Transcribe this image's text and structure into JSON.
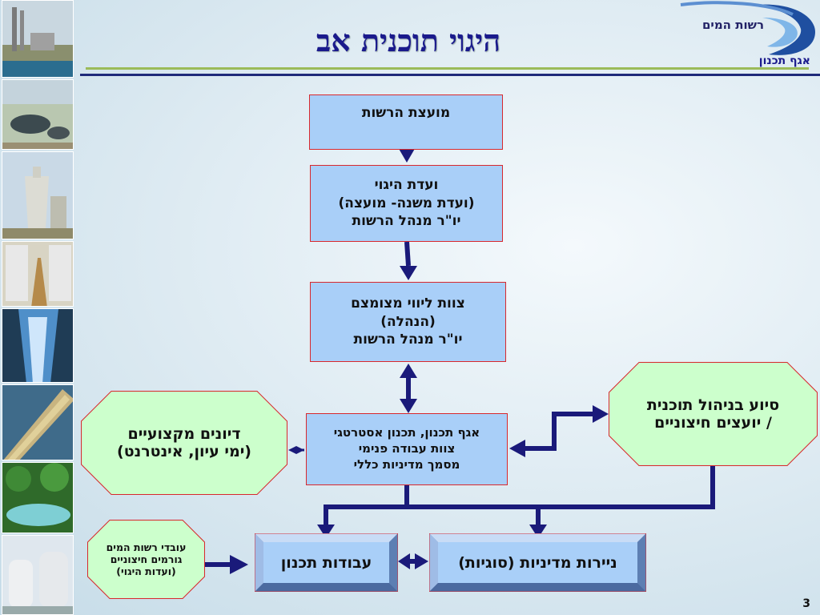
{
  "title": "היגוי תוכנית אב",
  "logo": {
    "name": "רשות המים",
    "department": "אגף תכנון"
  },
  "nodes": {
    "council": {
      "lines": [
        "מועצת הרשות"
      ]
    },
    "steering": {
      "lines": [
        "ועדת היגוי",
        "(ועדת משנה- מועצה)",
        "יו\"ר מנהל הרשות"
      ]
    },
    "core_team": {
      "lines": [
        "צוות ליווי מצומצם",
        "(הנהלה)",
        "יו\"ר מנהל הרשות"
      ]
    },
    "planning_dept": {
      "lines": [
        "אגף תכנון, תכנון אסטרטגי",
        "צוות עבודה פנימי",
        "מסמך מדיניות כללי"
      ]
    },
    "program_support": {
      "lines": [
        "סיוע בניהול תוכנית",
        "/ יועצים חיצוניים"
      ]
    },
    "professional_discussions": {
      "lines": [
        "דיונים מקצועיים",
        "(ימי עיון, אינטרנט)"
      ]
    },
    "planning_work": {
      "lines": [
        "עבודות תכנון"
      ]
    },
    "policy_papers": {
      "lines": [
        "ניירות מדיניות (סוגיות)"
      ]
    },
    "stakeholders": {
      "lines": [
        "עובדי רשות המים",
        "גורמים חיצוניים",
        "(ועדות היגוי)"
      ]
    }
  },
  "colors": {
    "box_fill": "#a9cff8",
    "box_border": "#d8282d",
    "octagon_fill": "#ccffcc",
    "arrow": "#1a1a7a",
    "title": "#1a1a8c",
    "accent_line": "#9bbb59"
  },
  "icons": {
    "photos": [
      "power-plant-photo",
      "water-reservoir-photo",
      "cooling-tower-photo",
      "desalination-membranes-photo",
      "waterfall-photo",
      "water-pipeline-photo",
      "stream-photo",
      "treatment-plant-photo"
    ]
  },
  "slide_number": "3"
}
